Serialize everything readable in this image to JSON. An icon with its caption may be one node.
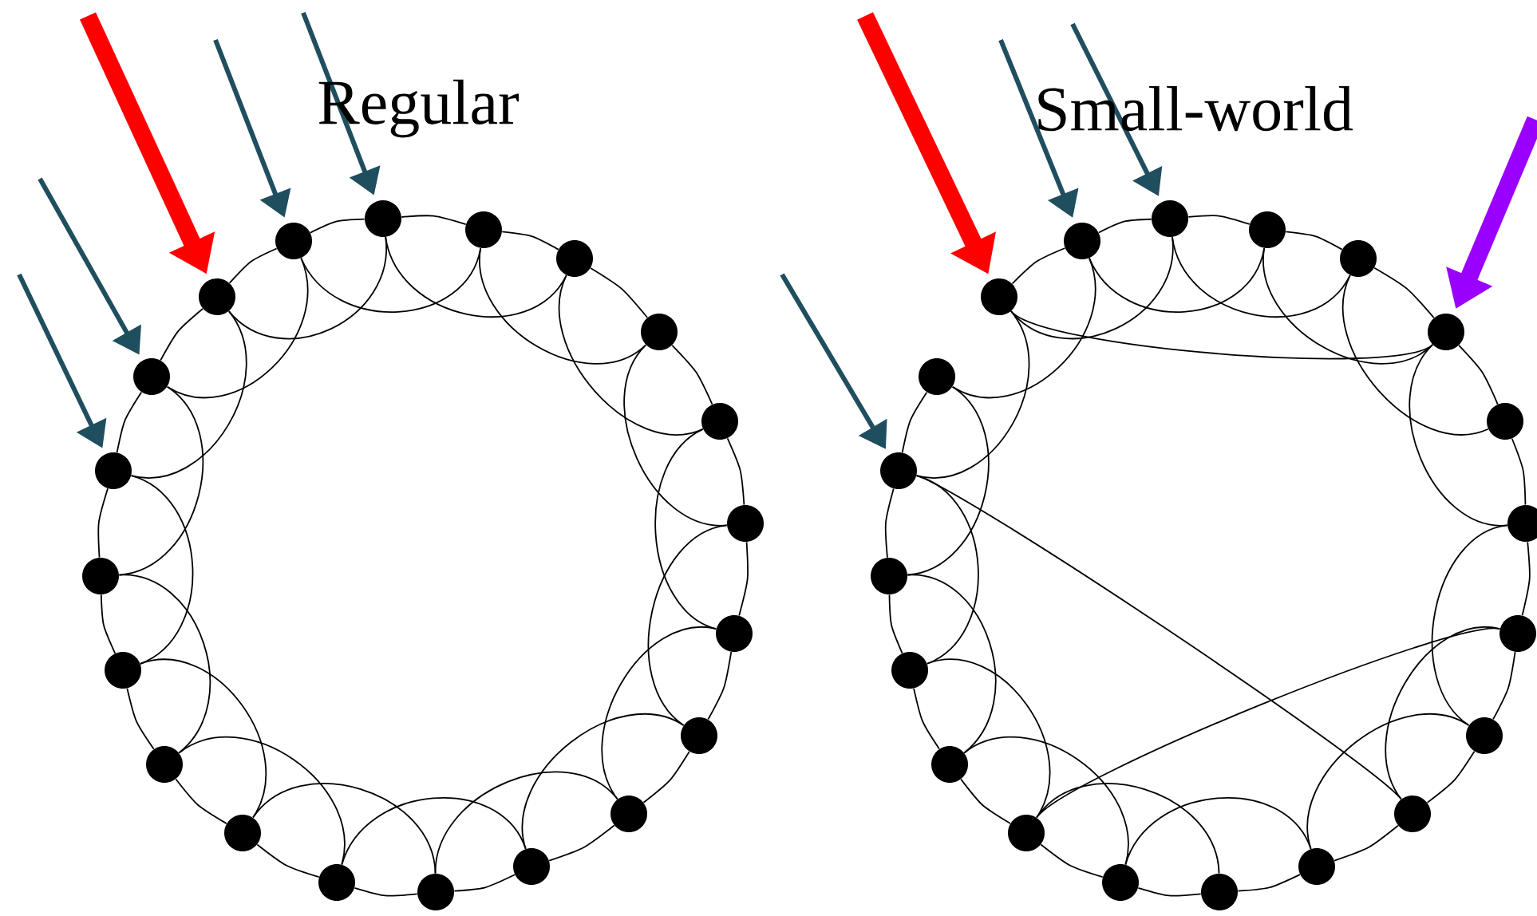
{
  "diagram": {
    "nodes": [
      {
        "text": [],
        "shape": "circle"
      },
      {
        "text": [],
        "shape": "circle"
      },
      {
        "text": [],
        "shape": "circle"
      },
      {
        "text": [],
        "shape": "circle"
      },
      {
        "text": [],
        "shape": "circle"
      },
      {
        "text": [],
        "shape": "circle"
      },
      {
        "text": [],
        "shape": "circle"
      },
      {
        "text": [],
        "shape": "circle"
      },
      {
        "text": [],
        "shape": "circle"
      },
      {
        "text": [],
        "shape": "circle"
      },
      {
        "text": [],
        "shape": "circle"
      },
      {
        "text": [],
        "shape": "circle"
      },
      {
        "text": [],
        "shape": "circle"
      },
      {
        "text": [],
        "shape": "circle"
      },
      {
        "text": [],
        "shape": "circle"
      },
      {
        "text": [],
        "shape": "circle"
      },
      {
        "text": [],
        "shape": "circle"
      },
      {
        "text": [],
        "shape": "circle"
      },
      {
        "text": [],
        "shape": "circle"
      },
      {
        "text": [],
        "shape": "circle"
      },
      {
        "text": [],
        "shape": "circle"
      },
      {
        "text": [],
        "shape": "circle"
      },
      {
        "text": [],
        "shape": "circle"
      },
      {
        "text": [],
        "shape": "circle"
      },
      {
        "text": [],
        "shape": "circle"
      },
      {
        "text": [],
        "shape": "circle"
      },
      {
        "text": [],
        "shape": "circle"
      },
      {
        "text": [],
        "shape": "circle"
      },
      {
        "text": [],
        "shape": "circle"
      },
      {
        "text": [],
        "shape": "circle"
      },
      {
        "text": [],
        "shape": "circle"
      },
      {
        "text": [],
        "shape": "circle"
      },
      {
        "text": [],
        "shape": "circle"
      },
      {
        "text": [],
        "shape": "circle"
      },
      {
        "text": [],
        "shape": "circle"
      },
      {
        "text": [],
        "shape": "circle"
      },
      {
        "text": [],
        "shape": "circle"
      },
      {
        "text": [],
        "shape": "circle"
      },
      {
        "text": [],
        "shape": "circle"
      },
      {
        "text": [],
        "shape": "circle"
      }
    ],
    "edges": [
      {
        "from": 0,
        "to": 1,
        "arrow": "none"
      },
      {
        "from": 0,
        "to": 2,
        "arrow": "none"
      },
      {
        "from": 1,
        "to": 2,
        "arrow": "none"
      },
      {
        "from": 1,
        "to": 3,
        "arrow": "none"
      },
      {
        "from": 2,
        "to": 3,
        "arrow": "none"
      },
      {
        "from": 2,
        "to": 4,
        "arrow": "none"
      },
      {
        "from": 3,
        "to": 4,
        "arrow": "none"
      },
      {
        "from": 3,
        "to": 5,
        "arrow": "none"
      },
      {
        "from": 4,
        "to": 5,
        "arrow": "none"
      },
      {
        "from": 4,
        "to": 6,
        "arrow": "none"
      },
      {
        "from": 5,
        "to": 6,
        "arrow": "none"
      },
      {
        "from": 5,
        "to": 7,
        "arrow": "none"
      },
      {
        "from": 6,
        "to": 7,
        "arrow": "none"
      },
      {
        "from": 6,
        "to": 8,
        "arrow": "none"
      },
      {
        "from": 7,
        "to": 8,
        "arrow": "none"
      },
      {
        "from": 7,
        "to": 9,
        "arrow": "none"
      },
      {
        "from": 8,
        "to": 9,
        "arrow": "none"
      },
      {
        "from": 8,
        "to": 10,
        "arrow": "none"
      },
      {
        "from": 9,
        "to": 10,
        "arrow": "none"
      },
      {
        "from": 9,
        "to": 11,
        "arrow": "none"
      },
      {
        "from": 10,
        "to": 11,
        "arrow": "none"
      },
      {
        "from": 10,
        "to": 12,
        "arrow": "none"
      },
      {
        "from": 11,
        "to": 12,
        "arrow": "none"
      },
      {
        "from": 11,
        "to": 13,
        "arrow": "none"
      },
      {
        "from": 12,
        "to": 13,
        "arrow": "none"
      },
      {
        "from": 12,
        "to": 14,
        "arrow": "none"
      },
      {
        "from": 13,
        "to": 14,
        "arrow": "none"
      },
      {
        "from": 13,
        "to": 15,
        "arrow": "none"
      },
      {
        "from": 14,
        "to": 15,
        "arrow": "none"
      },
      {
        "from": 14,
        "to": 16,
        "arrow": "none"
      },
      {
        "from": 15,
        "to": 16,
        "arrow": "none"
      },
      {
        "from": 15,
        "to": 17,
        "arrow": "none"
      },
      {
        "from": 16,
        "to": 17,
        "arrow": "none"
      },
      {
        "from": 16,
        "to": 18,
        "arrow": "none"
      },
      {
        "from": 17,
        "to": 18,
        "arrow": "none"
      },
      {
        "from": 17,
        "to": 19,
        "arrow": "none"
      },
      {
        "from": 18,
        "to": 19,
        "arrow": "none"
      },
      {
        "from": 18,
        "to": 0,
        "arrow": "none"
      },
      {
        "from": 19,
        "to": 0,
        "arrow": "none"
      },
      {
        "from": 19,
        "to": 1,
        "arrow": "none"
      },
      {
        "from": 20,
        "to": 21,
        "arrow": "none"
      },
      {
        "from": 20,
        "to": 22,
        "arrow": "none"
      },
      {
        "from": 21,
        "to": 22,
        "arrow": "none"
      },
      {
        "from": 21,
        "to": 23,
        "arrow": "none"
      },
      {
        "from": 22,
        "to": 23,
        "arrow": "none"
      },
      {
        "from": 22,
        "to": 24,
        "arrow": "none"
      },
      {
        "from": 23,
        "to": 24,
        "arrow": "none"
      },
      {
        "from": 23,
        "to": 25,
        "arrow": "none"
      },
      {
        "from": 24,
        "to": 25,
        "arrow": "none"
      },
      {
        "from": 25,
        "to": 26,
        "arrow": "none"
      },
      {
        "from": 25,
        "to": 27,
        "arrow": "none"
      },
      {
        "from": 26,
        "to": 27,
        "arrow": "none"
      },
      {
        "from": 26,
        "to": 28,
        "arrow": "none"
      },
      {
        "from": 27,
        "to": 28,
        "arrow": "none"
      },
      {
        "from": 27,
        "to": 29,
        "arrow": "none"
      },
      {
        "from": 28,
        "to": 29,
        "arrow": "none"
      },
      {
        "from": 29,
        "to": 30,
        "arrow": "none"
      },
      {
        "from": 29,
        "to": 31,
        "arrow": "none"
      },
      {
        "from": 30,
        "to": 31,
        "arrow": "none"
      },
      {
        "from": 30,
        "to": 32,
        "arrow": "none"
      },
      {
        "from": 31,
        "to": 32,
        "arrow": "none"
      },
      {
        "from": 31,
        "to": 33,
        "arrow": "none"
      },
      {
        "from": 32,
        "to": 33,
        "arrow": "none"
      },
      {
        "from": 32,
        "to": 34,
        "arrow": "none"
      },
      {
        "from": 33,
        "to": 34,
        "arrow": "none"
      },
      {
        "from": 33,
        "to": 35,
        "arrow": "none"
      },
      {
        "from": 34,
        "to": 35,
        "arrow": "none"
      },
      {
        "from": 34,
        "to": 36,
        "arrow": "none"
      },
      {
        "from": 35,
        "to": 36,
        "arrow": "none"
      },
      {
        "from": 35,
        "to": 37,
        "arrow": "none"
      },
      {
        "from": 36,
        "to": 37,
        "arrow": "none"
      },
      {
        "from": 36,
        "to": 38,
        "arrow": "none"
      },
      {
        "from": 37,
        "to": 39,
        "arrow": "none"
      },
      {
        "from": 38,
        "to": 39,
        "arrow": "none"
      },
      {
        "from": 38,
        "to": 20,
        "arrow": "none"
      },
      {
        "from": 39,
        "to": 20,
        "arrow": "none"
      },
      {
        "from": 39,
        "to": 21,
        "arrow": "none"
      },
      {
        "from": 38,
        "to": 23,
        "arrow": "none"
      },
      {
        "from": 36,
        "to": 28,
        "arrow": "none"
      },
      {
        "from": 32,
        "to": 26,
        "arrow": "none"
      },
      {
        "from": null,
        "to": 18,
        "arrow": "to",
        "style": "thick",
        "color": "#ff0000"
      },
      {
        "from": null,
        "to": 19,
        "arrow": "to",
        "style": "thick",
        "color": "#1f4e5f"
      },
      {
        "from": null,
        "to": 0,
        "arrow": "to",
        "style": "thick",
        "color": "#1f4e5f"
      },
      {
        "from": null,
        "to": 17,
        "arrow": "to",
        "style": "thick",
        "color": "#1f4e5f"
      },
      {
        "from": null,
        "to": 16,
        "arrow": "to",
        "style": "thick",
        "color": "#1f4e5f"
      },
      {
        "from": null,
        "to": 38,
        "arrow": "to",
        "style": "thick",
        "color": "#ff0000"
      },
      {
        "from": null,
        "to": 39,
        "arrow": "to",
        "style": "thick",
        "color": "#1f4e5f"
      },
      {
        "from": null,
        "to": 20,
        "arrow": "to",
        "style": "thick",
        "color": "#1f4e5f"
      },
      {
        "from": null,
        "to": 36,
        "arrow": "to",
        "style": "thick",
        "color": "#1f4e5f"
      },
      {
        "from": null,
        "to": 23,
        "arrow": "to",
        "style": "thick",
        "color": "#9900ff"
      }
    ],
    "labels": [
      "Regular",
      "Small-world"
    ]
  }
}
